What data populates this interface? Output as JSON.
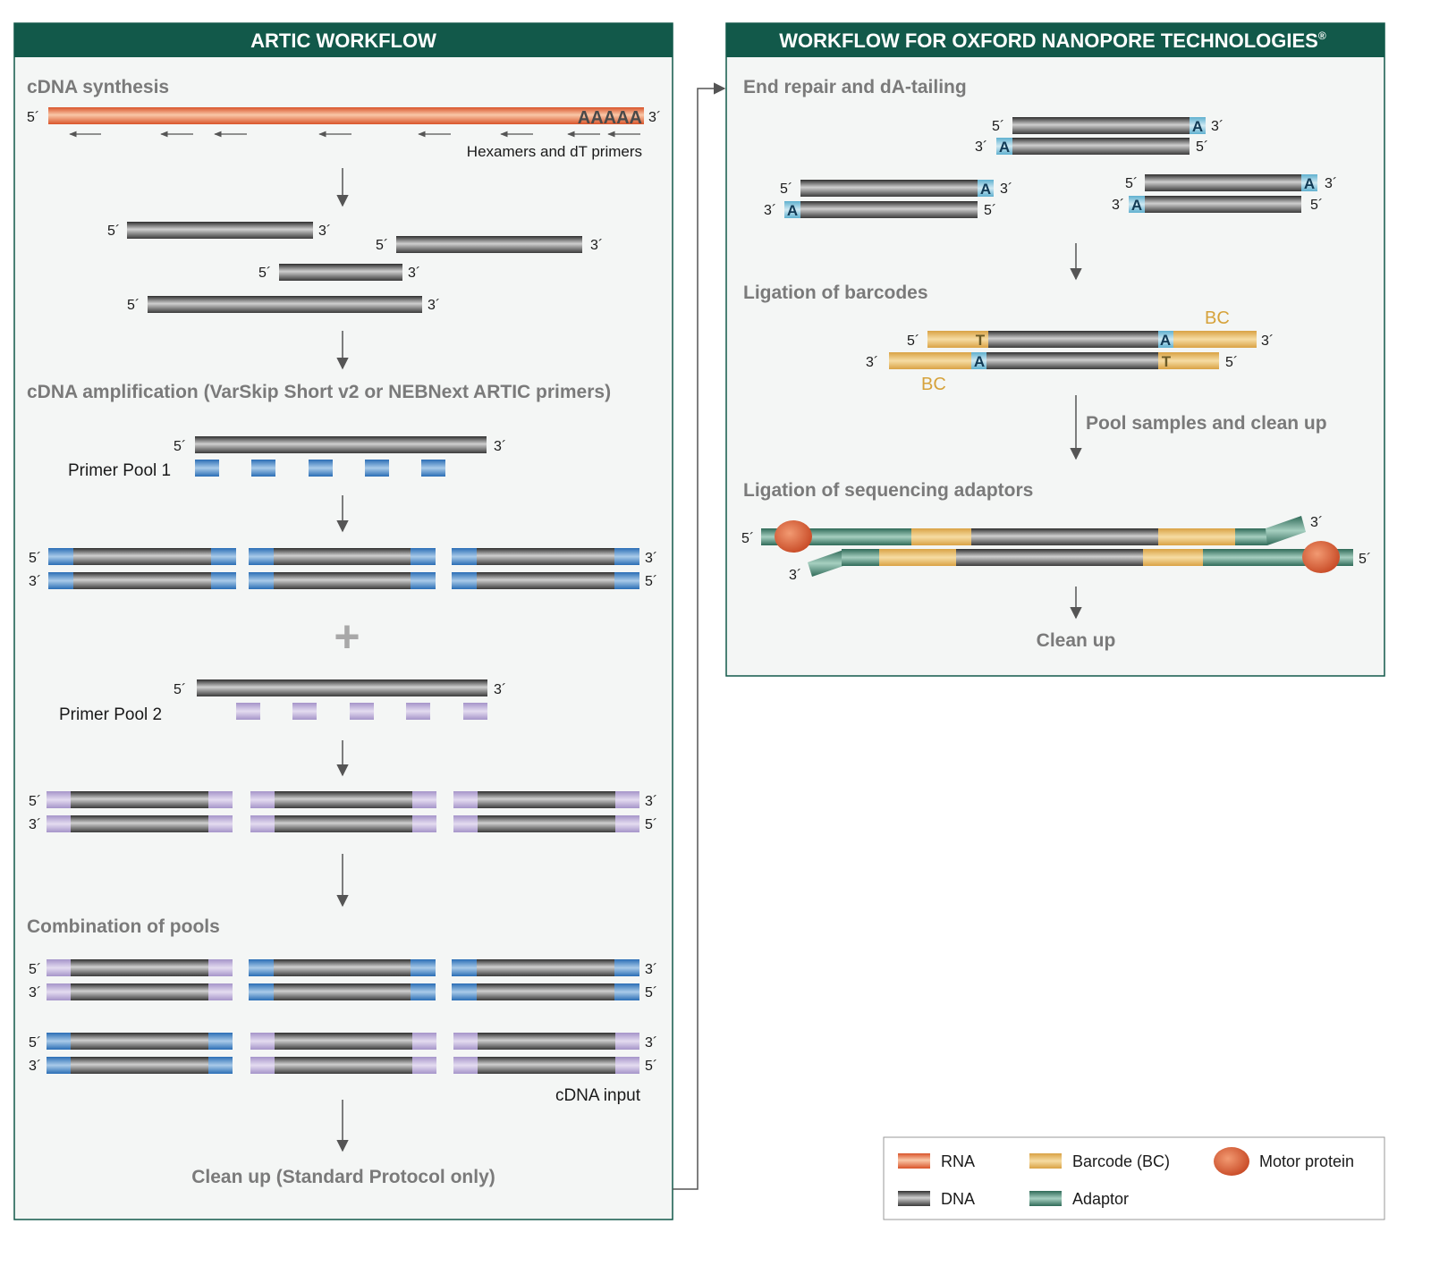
{
  "left_panel": {
    "title": "ARTIC WORKFLOW",
    "cdna_synthesis": "cDNA synthesis",
    "poly_a": "AAAAA",
    "primers_label": "Hexamers and dT primers",
    "cdna_amplification": "cDNA amplification (VarSkip Short v2 or NEBNext ARTIC primers)",
    "primer_pool_1": "Primer Pool 1",
    "plus_sign": "+",
    "primer_pool_2": "Primer Pool 2",
    "combination": "Combination of pools",
    "cdna_input": "cDNA input",
    "clean_up": "Clean up (Standard Protocol only)"
  },
  "right_panel": {
    "title": "WORKFLOW FOR OXFORD NANOPORE TECHNOLOGIES",
    "title_mark": "®",
    "end_repair": "End repair and dA-tailing",
    "ligation_barcodes": "Ligation of barcodes",
    "pool_samples": "Pool samples and clean up",
    "ligation_adaptors": "Ligation of sequencing adaptors",
    "clean_up": "Clean up",
    "bc_label": "BC",
    "a_base": "A",
    "t_base": "T"
  },
  "ends": {
    "five": "5´",
    "three": "3´"
  },
  "legend": {
    "rna": "RNA",
    "dna": "DNA",
    "barcode": "Barcode (BC)",
    "adaptor": "Adaptor",
    "motor": "Motor protein"
  },
  "colors": {
    "header": "#12594a",
    "panel_bg": "#f4f6f5",
    "rna": "#ea7e55",
    "dna": "#5a5a5a",
    "pool1": "#3f7ec2",
    "pool2": "#b3a2cf",
    "barcode": "#e6b660",
    "adaptor": "#3d7a68",
    "tail": "#8fc9de",
    "motor": "#d4552e"
  }
}
